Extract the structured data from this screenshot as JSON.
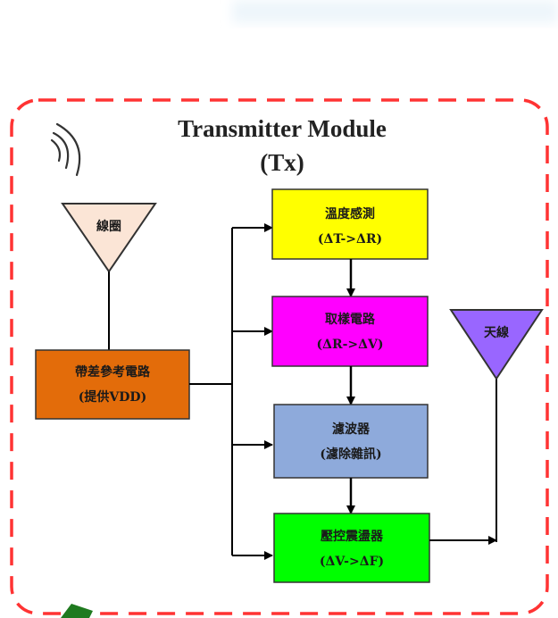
{
  "title": {
    "line1": "Transmitter Module",
    "line2": "(Tx)"
  },
  "coil": {
    "label": "線圈",
    "color": "#fbe5d6"
  },
  "antenna": {
    "label": "天線",
    "color": "#9966ff"
  },
  "reference": {
    "line1": "帶差參考電路",
    "line2": "(提供VDD)",
    "color": "#e36c0a"
  },
  "blocks": [
    {
      "line1": "溫度感測",
      "line2": "(ΔT->ΔR)",
      "color": "#ffff00"
    },
    {
      "line1": "取樣電路",
      "line2": "(ΔR->ΔV)",
      "color": "#ff00ff"
    },
    {
      "line1": "濾波器",
      "line2": "(濾除雜訊)",
      "color": "#8eaadb"
    },
    {
      "line1": "壓控震盪器",
      "line2": "(ΔV->ΔF)",
      "color": "#00ff00"
    }
  ],
  "frame_color": "#ff3333",
  "wireless_icon": "wireless-signal-icon"
}
